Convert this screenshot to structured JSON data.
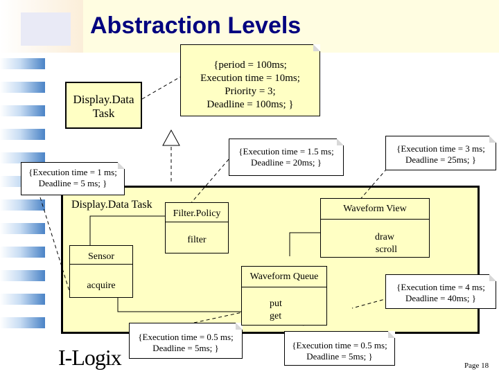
{
  "title": "Abstraction Levels",
  "task_box": {
    "line1": "Display.Data",
    "line2": "Task"
  },
  "period_note": {
    "line1": "{period = 100ms;",
    "line2": "Execution time = 10ms;",
    "line3": "Priority = 3;",
    "line4": "Deadline = 100ms; }"
  },
  "notes": [
    {
      "line1": "{Execution time = 1 ms;",
      "line2": "Deadline = 5 ms; }"
    },
    {
      "line1": "{Execution time = 1.5 ms;",
      "line2": "Deadline = 20ms; }"
    },
    {
      "line1": "{Execution time = 3 ms;",
      "line2": "Deadline = 25ms; }"
    },
    {
      "line1": "{Execution time = 4 ms;",
      "line2": "Deadline = 40ms; }"
    },
    {
      "line1": "{Execution time = 0.5 ms;",
      "line2": "Deadline = 5ms; }"
    },
    {
      "line1": "{Execution time = 0.5 ms;",
      "line2": "Deadline = 5ms; }"
    }
  ],
  "main_box": {
    "label": "Display.Data Task"
  },
  "classes": {
    "filter_policy": {
      "name": "Filter.Policy",
      "op": "filter"
    },
    "waveform_view": {
      "name": "Waveform View",
      "op1": "draw",
      "op2": "scroll"
    },
    "sensor": {
      "name": "Sensor",
      "op": "acquire"
    },
    "waveform_queue": {
      "name": "Waveform Queue",
      "op1": "put",
      "op2": "get"
    }
  },
  "logo": "I-Logix",
  "page_number": "Page 18",
  "colors": {
    "title": "#00007f",
    "fill": "#ffffc4",
    "band": "#fffde1",
    "stripe": "#4a83c6"
  }
}
